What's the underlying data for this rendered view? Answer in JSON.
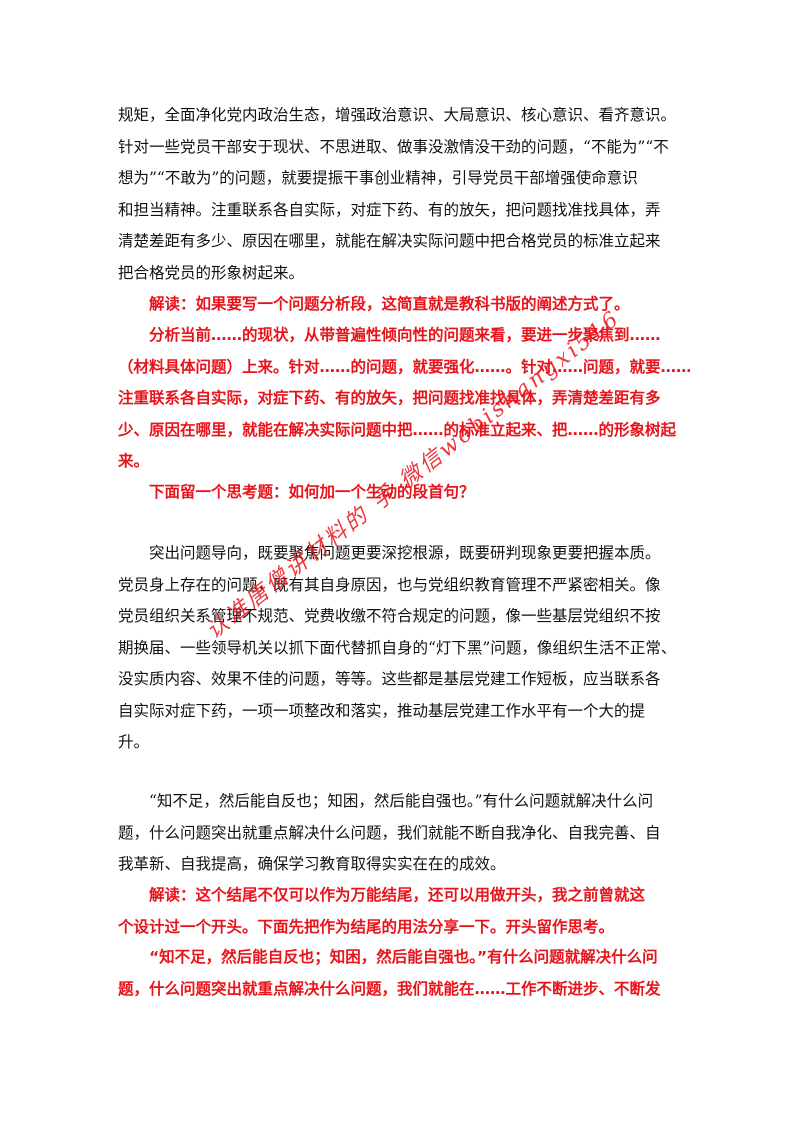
{
  "p1": {
    "lines": [
      "规矩，全面净化党内政治生态，增强政治意识、大局意识、核心意识、看齐意识。",
      "针对一些党员干部安于现状、不思进取、做事没激情没干劲的问题，“不能为”“不",
      "想为”“不敢为”的问题，就要提振干事创业精神，引导党员干部增强使命意识",
      "和担当精神。注重联系各自实际，对症下药、有的放矢，把问题找准找具体，弄",
      "清楚差距有多少、原因在哪里，就能在解决实际问题中把合格党员的标准立起来",
      "把合格党员的形象树起来。"
    ]
  },
  "note1": {
    "text": "解读：如果要写一个问题分析段，这简直就是教科书版的阐述方式了。"
  },
  "note2": {
    "lines": [
      "分析当前……的现状，从带普遍性倾向性的问题来看，要进一步聚焦到……",
      "（材料具体问题）上来。针对……的问题，就要强化……。针对……问题，就要……。",
      "注重联系各自实际，对症下药、有的放矢，把问题找准找具体，弄清楚差距有多",
      "少、原因在哪里，就能在解决实际问题中把……的标准立起来、把……的形象树起",
      "来。"
    ]
  },
  "note3": {
    "text": "下面留一个思考题：如何加一个生动的段首句？"
  },
  "p2": {
    "lines": [
      "突出问题导向，既要聚焦问题更要深挖根源，既要研判现象更要把握本质。",
      "党员身上存在的问题，既有其自身原因，也与党组织教育管理不严紧密相关。像",
      "党员组织关系管理不规范、党费收缴不符合规定的问题，像一些基层党组织不按",
      "期换届、一些领导机关以抓下面代替抓自身的“灯下黑”问题，像组织生活不正常、",
      "没实质内容、效果不佳的问题，等等。这些都是基层党建工作短板，应当联系各",
      "自实际对症下药，一项一项整改和落实，推动基层党建工作水平有一个大的提",
      "升。"
    ]
  },
  "p3": {
    "lines": [
      "“知不足，然后能自反也；知困，然后能自强也。”有什么问题就解决什么问",
      "题，什么问题突出就重点解决什么问题，我们就能不断自我净化、自我完善、自",
      "我革新、自我提高，确保学习教育取得实实在在的成效。"
    ]
  },
  "note4": {
    "lines": [
      "解读：这个结尾不仅可以作为万能结尾，还可以用做开头，我之前曾就这",
      "个设计过一个开头。下面先把作为结尾的用法分享一下。开头留作思考。"
    ]
  },
  "note5": {
    "lines": [
      "“知不足，然后能自反也；知困，然后能自强也。”有什么问题就解决什么问",
      "题，什么问题突出就重点解决什么问题，我们就能在……工作不断进步、不断发"
    ]
  },
  "watermark": {
    "text": "认准唐僧讲材料的 手 微信wobishangxi516"
  },
  "colors": {
    "text": "#111111",
    "annotation_red": "#e8141b",
    "background": "#ffffff"
  }
}
